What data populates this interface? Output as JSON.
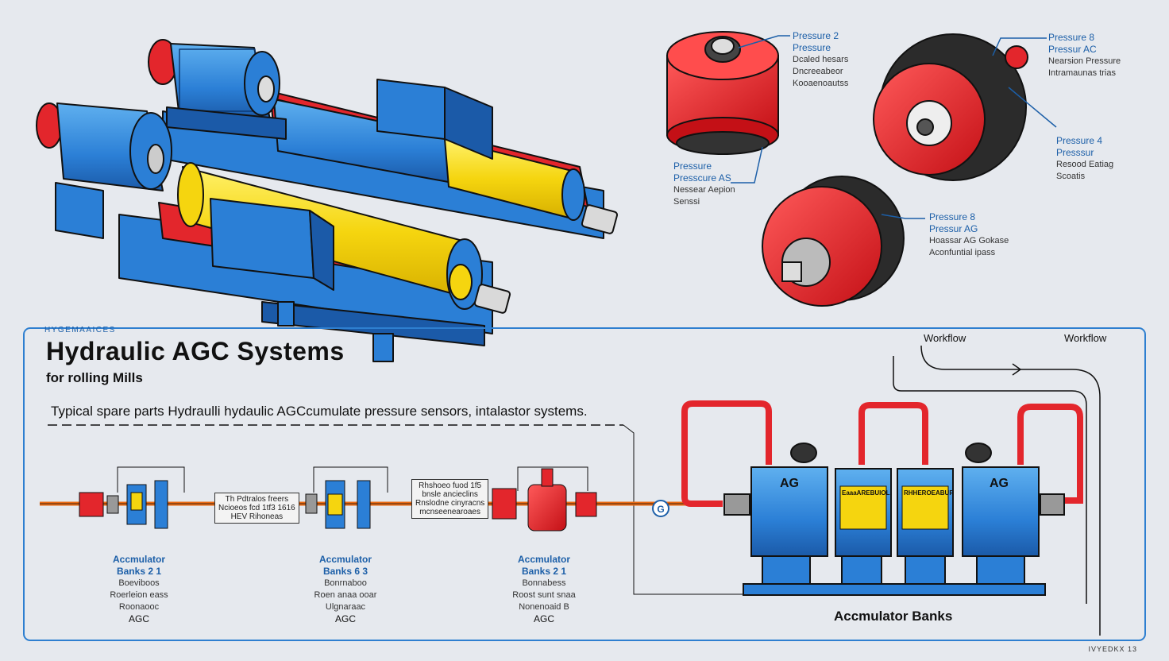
{
  "header": {
    "tag": "HYGEMAAICES",
    "title": "Hydraulic AGC Systems",
    "subtitle": "for rolling Mills",
    "description": "Typical spare parts Hydraulli hydaulic AGCcumulate pressure sensors,  intalastor systems."
  },
  "sensors": [
    {
      "title": "Pressure 2",
      "line2": "Pressure",
      "lines": [
        "Dcaled hesars",
        "Dncreeabeor",
        "Kooaenoautss"
      ]
    },
    {
      "title": "Pressure 8",
      "line2": "Pressur AC",
      "lines": [
        "Nearsion Pressure",
        "Intramaunas trias"
      ]
    },
    {
      "title": "Pressure",
      "line2": "Presscure AS",
      "lines": [
        "Nessear Aepion",
        "Senssi"
      ]
    },
    {
      "title": "Pressure 4",
      "line2": "Presssur",
      "lines": [
        "Resood Eatiag",
        "Scoatis"
      ]
    },
    {
      "title": "Pressure 8",
      "line2": "Pressur AG",
      "lines": [
        "Hoassar AG Gokase",
        "Aconfuntial ipass"
      ]
    }
  ],
  "inline_groups": [
    {
      "h1": "Accmulator",
      "h2": "Banks 2 1",
      "lines": [
        "Boeviboos",
        "Roerleion eass",
        "Roonaooc"
      ],
      "code": "AGC"
    },
    {
      "h1": "Accmulator",
      "h2": "Banks 6 3",
      "lines": [
        "Bonrnaboo",
        "Roen anaa ooar",
        "Ulgnaraac"
      ],
      "code": "AGC"
    },
    {
      "h1": "Accmulator",
      "h2": "Banks 2 1",
      "lines": [
        "Bonnabess",
        "Roost sunt snaa",
        "Nonenoaid B"
      ],
      "code": "AGC"
    }
  ],
  "info_boxes": [
    {
      "lines": [
        "Th Pdtralos freers",
        "Ncioeos fcd 1tf3 1616",
        "HEV Rihoneas"
      ]
    },
    {
      "lines": [
        "Rhshoeo fuod 1f5",
        "bnsle ancieclins",
        "Rnslodne cinyracns",
        "mcnseenearoaes"
      ]
    }
  ],
  "workflow": {
    "label1": "Workflow",
    "label2": "Workflow"
  },
  "accumulator": {
    "unit_left": "AG",
    "unit_right": "AG",
    "warn1": "EaaaAREBUIOL",
    "warn2": "RHHEROEABUR",
    "caption": "Accmulator Banks"
  },
  "footer": "IVYEDKX 13",
  "colors": {
    "blue": "#2b7fd6",
    "red": "#e3262c",
    "yellow": "#f5d50f",
    "dark": "#2b2b2b",
    "border": "#2e7fd0"
  }
}
